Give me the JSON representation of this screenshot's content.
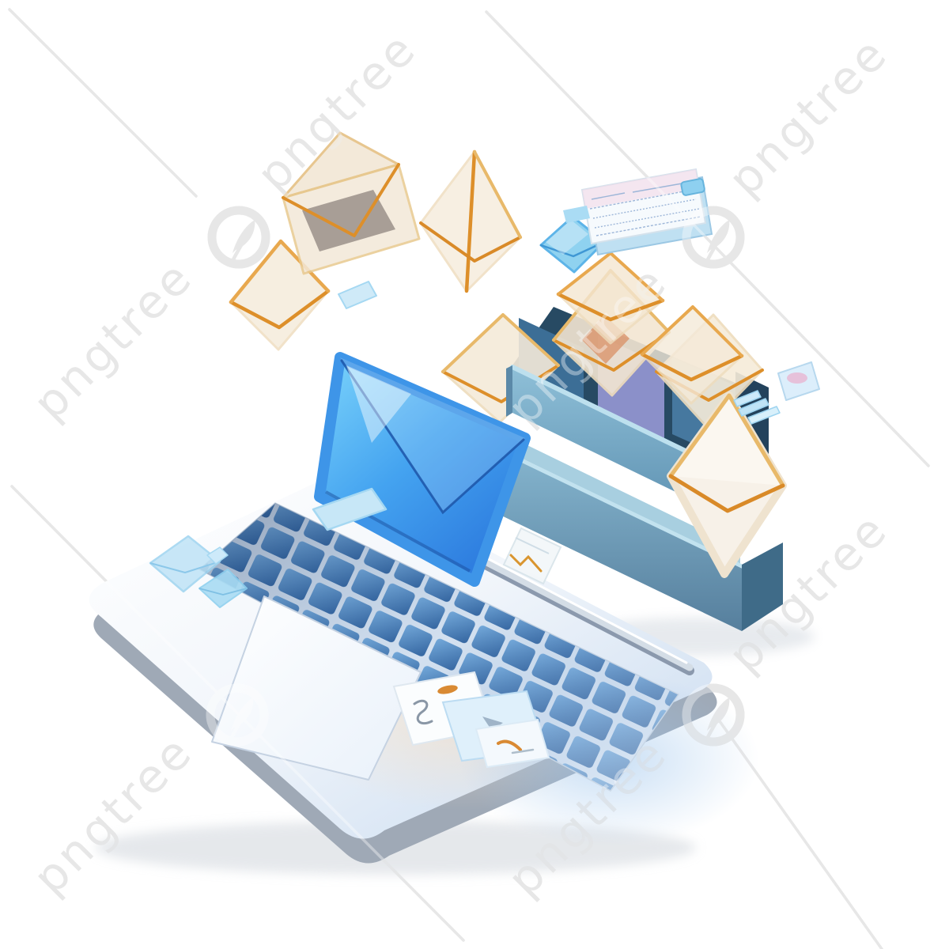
{
  "image": {
    "kind": "stock-3d-illustration",
    "description": "3D render of email envelopes flying out of a blue desktop file organizer box that sits on an open laptop keyboard; translucent orange-trimmed envelopes, blue glass envelopes, a check-like letter, and doodled note papers float around.",
    "background_color": "#ffffff"
  },
  "watermark": {
    "brand": "pngtree",
    "logo_name": "pngtree-leaf-circle-logo",
    "under_color": "#d7d7d7",
    "overlay_color": "#ffffff",
    "text_rotation_deg": -45
  },
  "objects": {
    "laptop": "open silver-white laptop with glossy blue keyboard keys and white trackpad",
    "organizer": "two-tier steel-blue desk file organizer with folder dividers and a small chart label card",
    "front_envelope": "large glossy azure-blue envelope leaning on the organizer",
    "leaning_envelope": "white envelope with orange trim leaning on the right side of the organizer",
    "flying_envelopes": "translucent cream envelopes with orange fold lines flying upward",
    "check_letter": "blue-white letter/check with fine print lines and a blue clip",
    "note_papers": "small note sheets with orange and gray doodles on the laptop deck",
    "glass_bits": "small translucent blue envelope shards on the palm rest"
  },
  "palette": {
    "key_blue_dark": "#30619c",
    "key_blue_light": "#78aede",
    "deck_white": "#fdfdfe",
    "deck_blue": "#c6d9ef",
    "box_face": "#7fb3cc",
    "box_side": "#3f6b88",
    "box_interior": "#274a63",
    "envelope_cream": "#f5ead9",
    "envelope_orange": "#dd8f2a",
    "blue_envelope_light": "#7cd4fb",
    "blue_envelope_dark": "#2b78dd",
    "glass_blue": "#bfe3f6",
    "purple_folder": "#8b90c9"
  }
}
